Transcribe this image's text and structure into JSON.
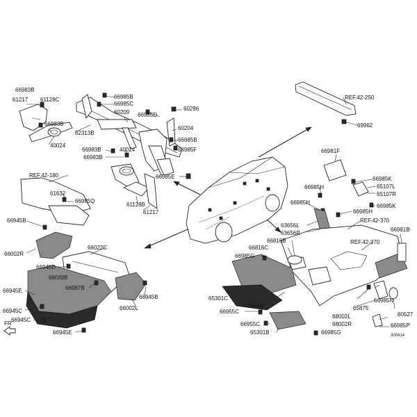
{
  "labels": {
    "l_66983b_tl": "66983B",
    "l_61217_tl": "61217",
    "l_61128c": "61128C",
    "l_66983b_tl2": "66983B",
    "l_40024_a": "40024",
    "l_66985b_a": "66985B",
    "l_66985c_a": "66985C",
    "l_60209": "60209",
    "l_66985d": "66985D",
    "l_60296": "60296",
    "l_62313b": "62313B",
    "l_60204": "60204",
    "l_66985b_b": "66985B",
    "l_66985f": "66985F",
    "l_66983b_m": "66983B",
    "l_40024_b": "40024",
    "l_66983b_m2": "66983B",
    "l_66985e": "66985E",
    "l_61128b": "61128B",
    "l_61217_m": "61217",
    "l_ref180": "REF.42-180",
    "l_61632": "61632",
    "l_66985q": "66985Q",
    "l_66945b_l": "66945B",
    "l_66002r": "66002R",
    "l_66022c": "66022C",
    "l_66945d": "66945D",
    "l_66022b": "66022B",
    "l_66987b": "66987B",
    "l_66945e_l": "66945E",
    "l_66945c_a": "66945C",
    "l_66945c_b": "66945C",
    "l_66945e_b": "66945E",
    "l_66002l": "66002L",
    "l_66945b_r": "66945B",
    "l_fr": "FR",
    "l_ref250": "REF.42-250",
    "l_69962": "69962",
    "l_66981f": "66981F",
    "l_66985k_a": "66985K",
    "l_65107l": "65107L",
    "l_65107r": "65107R",
    "l_66985k_b": "66985K",
    "l_66985h_a": "66985H",
    "l_66985h_b": "66985H",
    "l_66985h_c": "66985H",
    "l_63656l": "63656L",
    "l_63656r": "63656R",
    "l_ref370a": "REF.42-370",
    "l_ref370b": "REF.42-370",
    "l_66981b": "66981B",
    "l_66816c": "66816C",
    "l_66816b": "66816B",
    "l_66985g_a": "66985G",
    "l_65301c": "65301C",
    "l_76059": "76059",
    "l_66955c_a": "66955C",
    "l_66955c_b": "66955C",
    "l_65301b": "65301B",
    "l_66985g_b": "66985G",
    "l_68002l": "68002L",
    "l_68002r": "68002R",
    "l_65875": "65875",
    "l_66985n": "66985N",
    "l_60527": "60527",
    "l_66985p": "66985P",
    "l_code": "300414"
  }
}
